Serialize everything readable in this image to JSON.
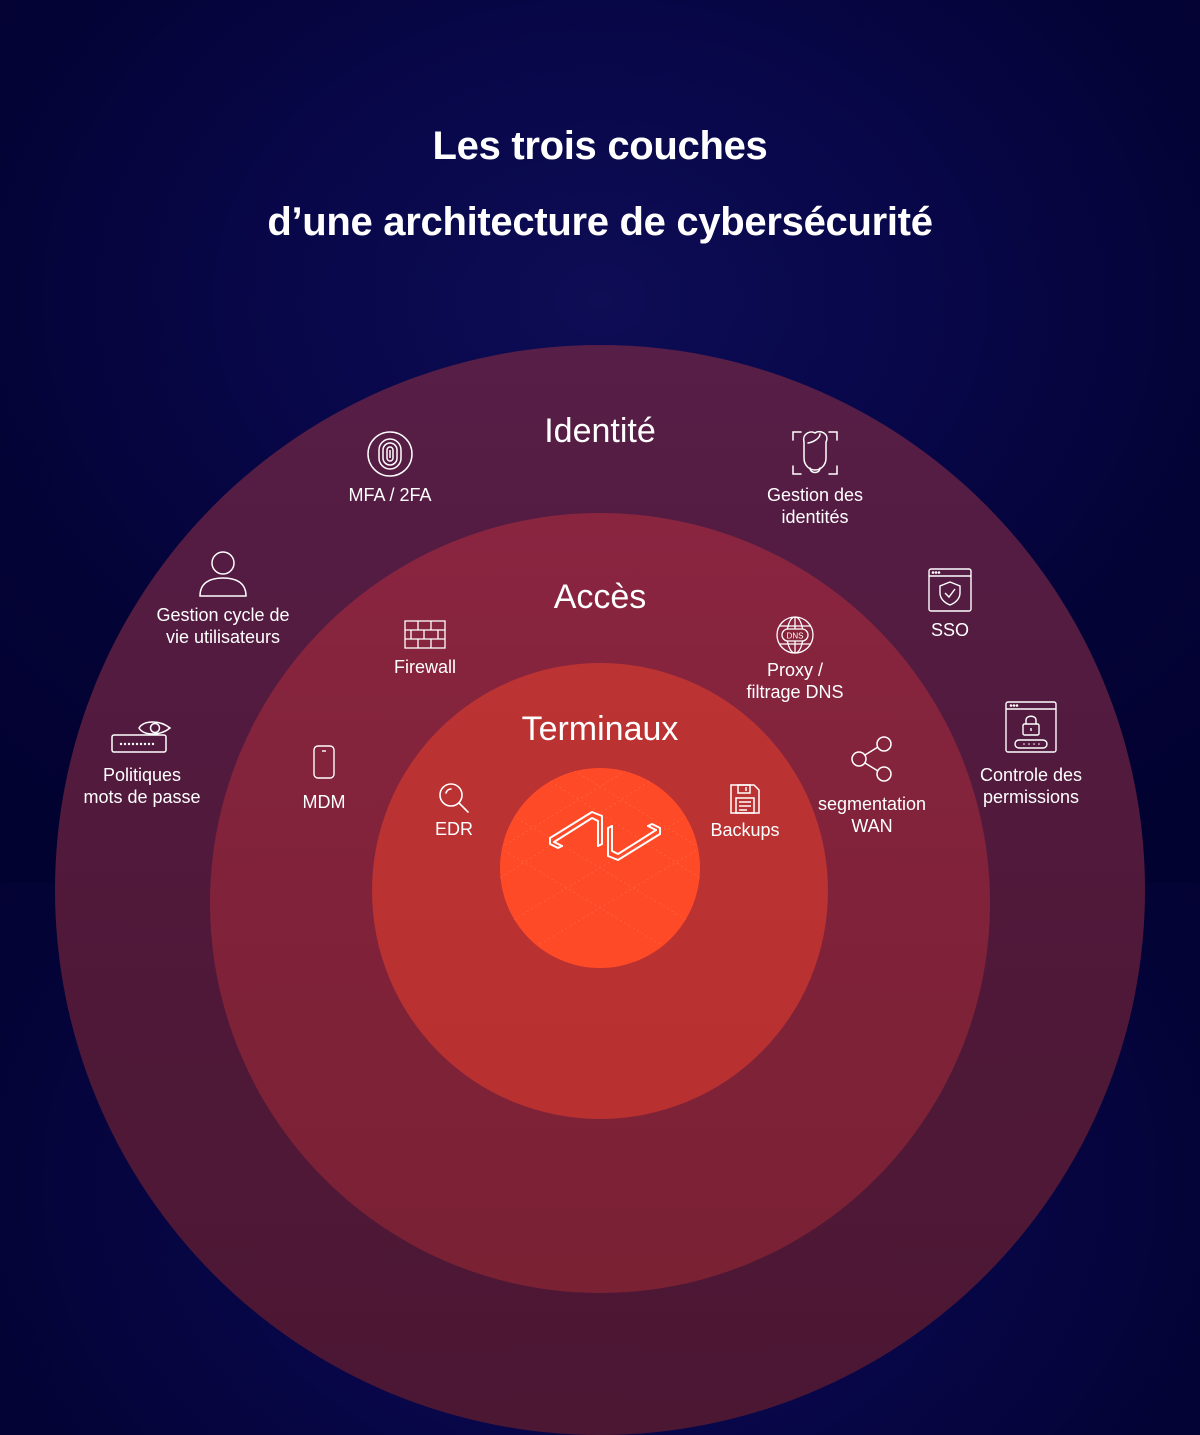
{
  "title": {
    "line1": "Les trois couches",
    "line2": "d’une architecture de cybersécurité"
  },
  "colors": {
    "background": "#06053f",
    "identite_ring": "#541c42",
    "acces_ring": "#852439",
    "terminaux_ring": "#b93131",
    "core": "#ff4a28",
    "text": "#ffffff"
  },
  "layers": {
    "identite": {
      "label": "Identité",
      "items": [
        {
          "label": "MFA / 2FA",
          "icon": "fingerprint-icon"
        },
        {
          "label": "Gestion des identités",
          "line1": "Gestion des",
          "line2": "identités",
          "icon": "face-scan-icon"
        },
        {
          "label": "Gestion cycle de vie utilisateurs",
          "line1": "Gestion cycle de",
          "line2": "vie utilisateurs",
          "icon": "user-icon"
        },
        {
          "label": "SSO",
          "icon": "browser-shield-icon"
        },
        {
          "label": "Politiques mots de passe",
          "line1": "Politiques",
          "line2": "mots de passe",
          "icon": "password-eye-icon"
        },
        {
          "label": "Controle des permissions",
          "line1": "Controle des",
          "line2": "permissions",
          "icon": "browser-lock-icon"
        }
      ]
    },
    "acces": {
      "label": "Accès",
      "items": [
        {
          "label": "Firewall",
          "icon": "brick-wall-icon"
        },
        {
          "label": "Proxy / filtrage DNS",
          "line1": "Proxy /",
          "line2": "filtrage DNS",
          "icon": "globe-dns-icon"
        },
        {
          "label": "MDM",
          "icon": "smartphone-icon"
        },
        {
          "label": "segmentation WAN",
          "line1": "segmentation",
          "line2": "WAN",
          "icon": "share-nodes-icon"
        }
      ]
    },
    "terminaux": {
      "label": "Terminaux",
      "items": [
        {
          "label": "EDR",
          "icon": "magnifier-icon"
        },
        {
          "label": "Backups",
          "icon": "floppy-disk-icon"
        }
      ]
    },
    "core": {
      "icon": "brand-logo-icon"
    }
  }
}
